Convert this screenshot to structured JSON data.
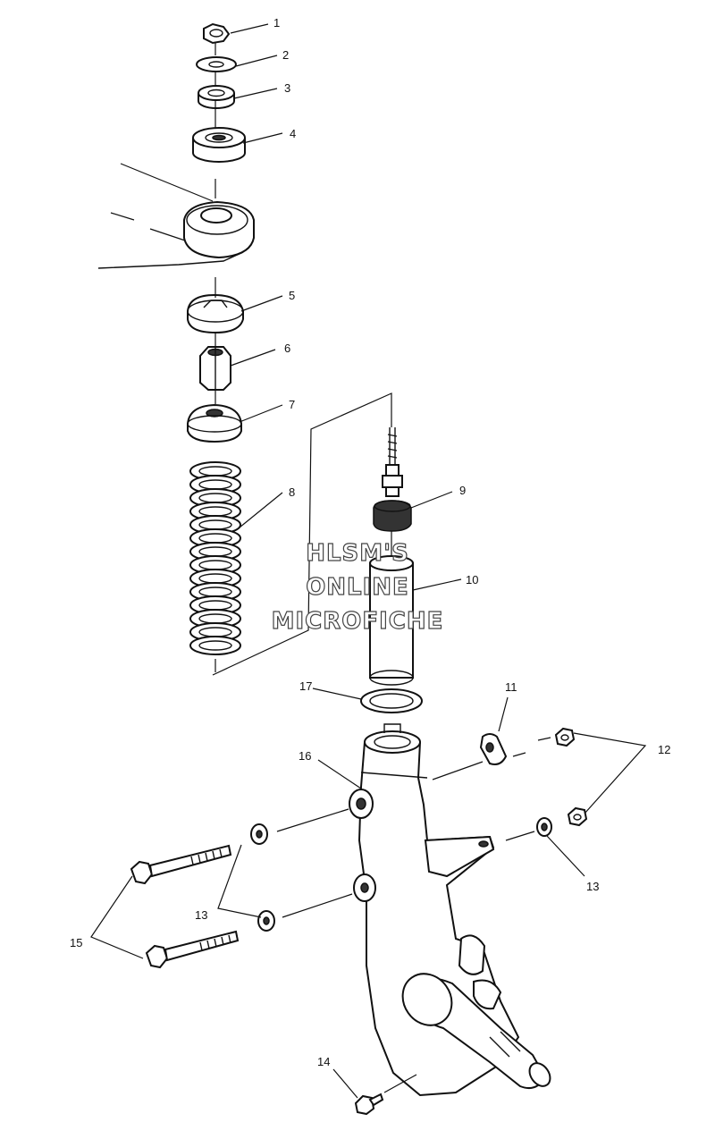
{
  "callouts": [
    {
      "id": "1",
      "label": "1"
    },
    {
      "id": "2",
      "label": "2"
    },
    {
      "id": "3",
      "label": "3"
    },
    {
      "id": "4",
      "label": "4"
    },
    {
      "id": "5",
      "label": "5"
    },
    {
      "id": "6",
      "label": "6"
    },
    {
      "id": "7",
      "label": "7"
    },
    {
      "id": "8",
      "label": "8"
    },
    {
      "id": "9",
      "label": "9"
    },
    {
      "id": "10",
      "label": "10"
    },
    {
      "id": "11",
      "label": "11"
    },
    {
      "id": "12",
      "label": "12"
    },
    {
      "id": "13a",
      "label": "13"
    },
    {
      "id": "13b",
      "label": "13"
    },
    {
      "id": "14",
      "label": "14"
    },
    {
      "id": "15",
      "label": "15"
    },
    {
      "id": "16",
      "label": "16"
    },
    {
      "id": "17",
      "label": "17"
    }
  ],
  "watermark": {
    "line1": "HLSM'S",
    "line2": "ONLINE",
    "line3": "MICROFICHE"
  }
}
